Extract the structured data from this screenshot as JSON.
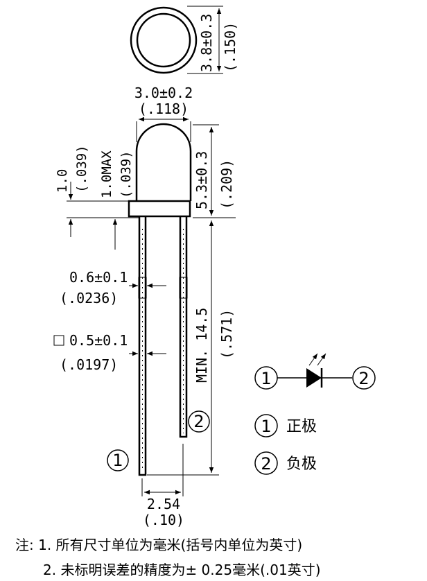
{
  "dims": {
    "outer_diameter": "3.8±0.3",
    "outer_diameter_in": "(.150)",
    "lens_diameter": "3.0±0.2",
    "lens_diameter_in": "(.118)",
    "flange_height": "1.0",
    "flange_height_in": "(.039)",
    "flange_max": "1.0MAX",
    "flange_max_in": "(.039)",
    "lens_height": "5.3±0.3",
    "lens_height_in": "(.209)",
    "lead_width": "0.6±0.1",
    "lead_width_in": "(.0236)",
    "lead_square": "0.5±0.1",
    "lead_square_in": "(.0197)",
    "lead_length": "MIN. 14.5",
    "lead_length_in": "(.571)",
    "lead_spacing": "2.54",
    "lead_spacing_in": "(.10)"
  },
  "pins": {
    "pin1": "1",
    "pin2": "2"
  },
  "legend": {
    "pin1": "1",
    "pin2": "2",
    "pin1_label": "正极",
    "pin2_label": "负极"
  },
  "notes": {
    "line1": "注: 1. 所有尺寸单位为毫米(括号内单位为英寸)",
    "line2": "2. 未标明误差的精度为± 0.25毫米(.01英寸)"
  }
}
